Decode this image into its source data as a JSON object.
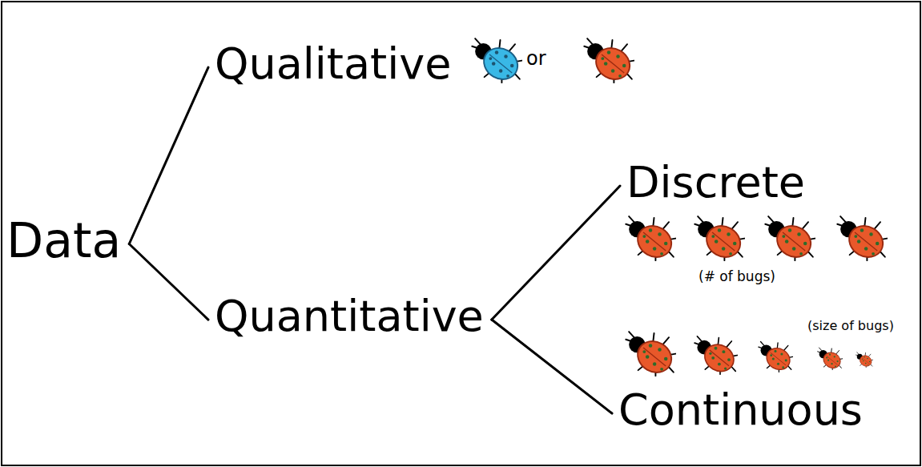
{
  "diagram": {
    "nodes": [
      {
        "text": [
          "Data"
        ]
      },
      {
        "text": [
          "Qualitative"
        ]
      },
      {
        "text": [
          "Quantitative"
        ]
      },
      {
        "text": [
          "Discrete"
        ]
      },
      {
        "text": [
          "Continuous"
        ]
      }
    ],
    "edges": [
      {
        "from": 0,
        "to": 1,
        "arrow": "none"
      },
      {
        "from": 0,
        "to": 2,
        "arrow": "none"
      },
      {
        "from": 2,
        "to": 3,
        "arrow": "none"
      },
      {
        "from": 2,
        "to": 4,
        "arrow": "none"
      }
    ],
    "labels": [
      "or",
      "(# of bugs)",
      "(size of bugs)"
    ]
  }
}
